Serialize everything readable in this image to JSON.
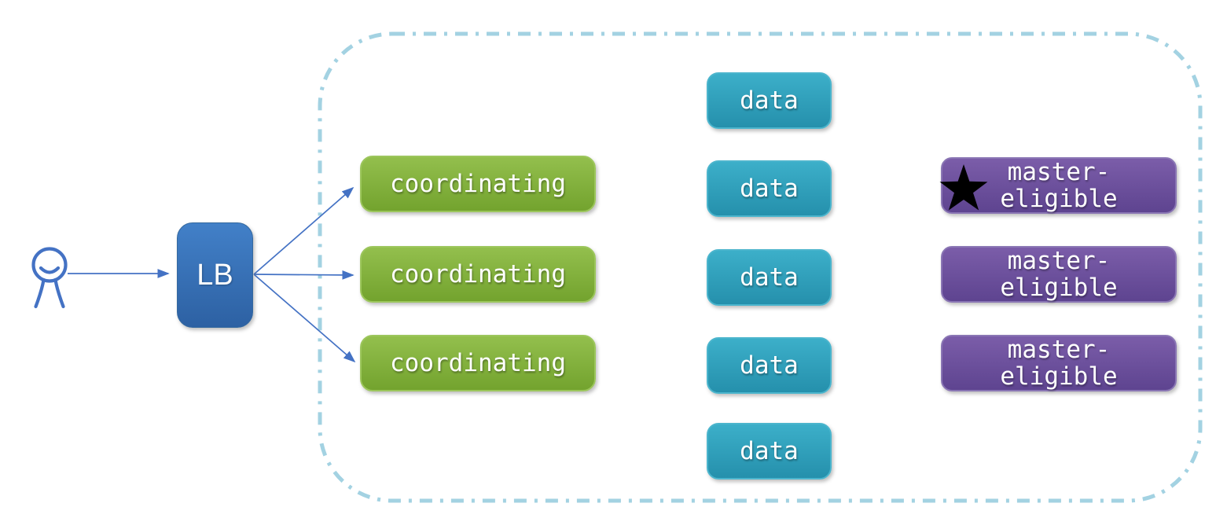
{
  "user": {
    "icon": "person-icon"
  },
  "load_balancer": {
    "label": "LB"
  },
  "cluster": {
    "coordinating_nodes": [
      {
        "label": "coordinating"
      },
      {
        "label": "coordinating"
      },
      {
        "label": "coordinating"
      }
    ],
    "data_nodes": [
      {
        "label": "data"
      },
      {
        "label": "data"
      },
      {
        "label": "data"
      },
      {
        "label": "data"
      },
      {
        "label": "data"
      }
    ],
    "master_nodes": [
      {
        "label": "master-eligible",
        "starred": true
      },
      {
        "label": "master-eligible",
        "starred": false
      },
      {
        "label": "master-eligible",
        "starred": false
      }
    ]
  },
  "colors": {
    "lb": "#3A74BE",
    "coordinating": "#84B13C",
    "data": "#2FA3BF",
    "master": "#6D52A0",
    "cluster_border": "#A3D2E2",
    "arrow": "#4472C4",
    "star": "#000000",
    "label_text": "#FFFFFF"
  }
}
